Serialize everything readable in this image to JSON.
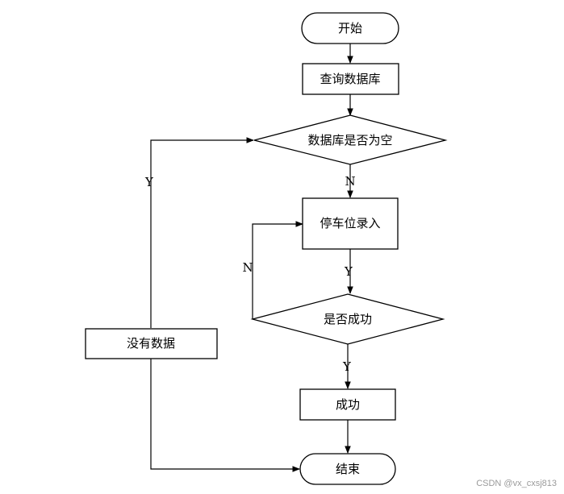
{
  "diagram": {
    "nodes": {
      "start": "开始",
      "query": "查询数据库",
      "db_empty": "数据库是否为空",
      "input": "停车位录入",
      "success_check": "是否成功",
      "success": "成功",
      "no_data": "没有数据",
      "end": "结束"
    },
    "edges": {
      "empty_yes": "Y",
      "empty_no": "N",
      "input_yes": "Y",
      "retry_no": "N",
      "success_yes": "Y"
    }
  },
  "watermark": "CSDN @vx_cxsj813"
}
